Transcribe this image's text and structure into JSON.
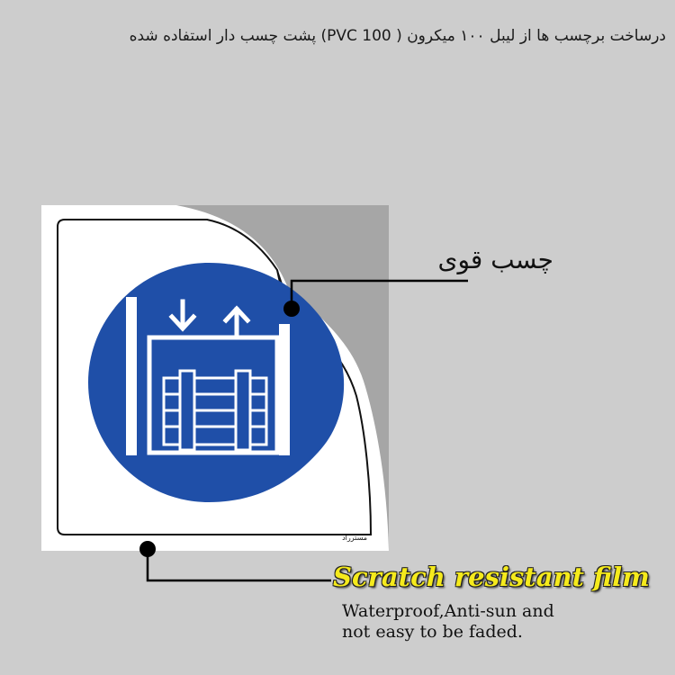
{
  "caption": {
    "text": "درساخت برچسب ها از لیبل ۱۰۰ میکرون  ( PVC 100)   پشت چسب دار استفاده شده"
  },
  "labels": {
    "strong_adhesive": "چسب قوی",
    "film_title": "Scratch resistant film",
    "film_desc_line1": "Waterproof,Anti-sun and",
    "film_desc_line2": " not easy to be faded.",
    "brand": "مسترراد"
  },
  "icons": {
    "sign": "load-lift-arrows-mandatory-sign-icon"
  },
  "colors": {
    "background": "#cdcdcd",
    "backing": "#a6a6a6",
    "sign_blue": "#1f4fa8",
    "film_title": "#f5ea1c"
  }
}
